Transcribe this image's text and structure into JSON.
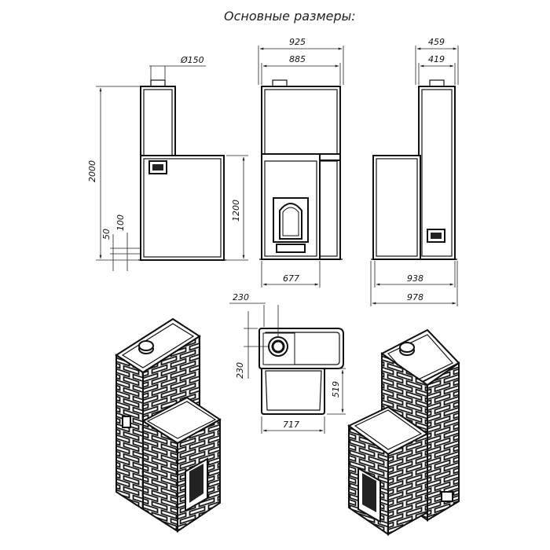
{
  "title": "Основные размеры:",
  "dimensions": {
    "diameter": "Ø150",
    "w925": "925",
    "w885": "885",
    "w459": "459",
    "w419": "419",
    "h2000": "2000",
    "h1200": "1200",
    "h100": "100",
    "h50": "50",
    "w677": "677",
    "w938": "938",
    "w978": "978",
    "p230a": "230",
    "p230b": "230",
    "p519": "519",
    "p717": "717"
  }
}
